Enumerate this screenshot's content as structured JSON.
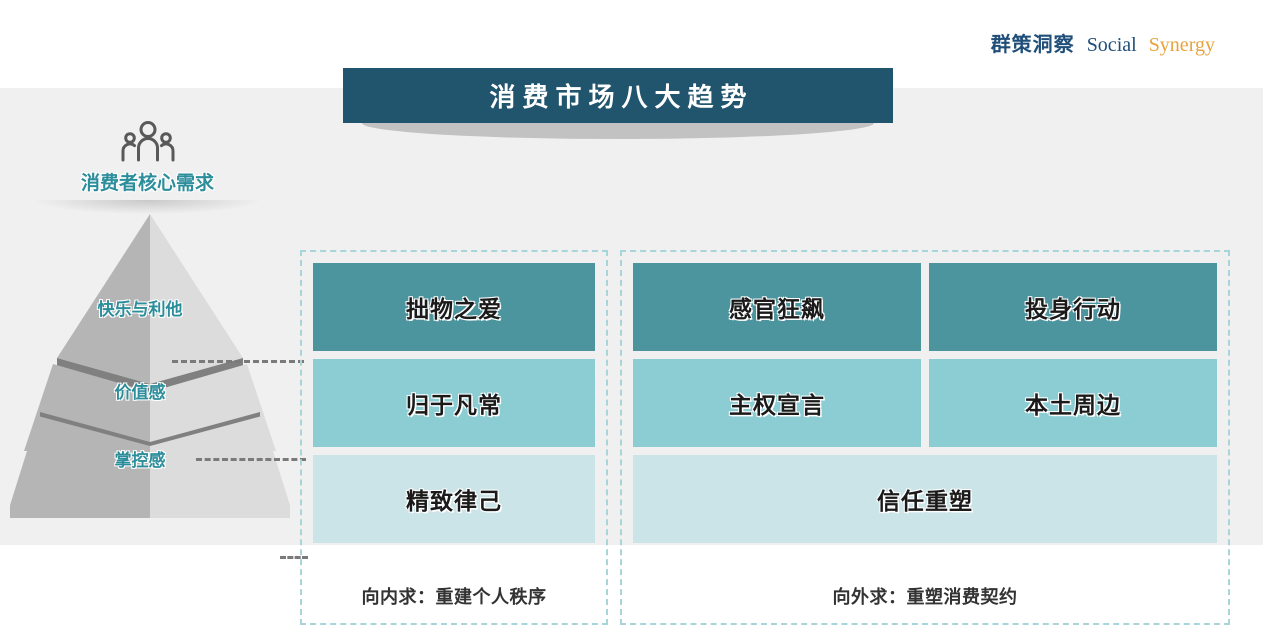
{
  "brand": {
    "cn": "群策洞察",
    "en_primary": "Social",
    "en_accent": "Synergy",
    "color_cn": "#1f4e79",
    "color_en_primary": "#1f4e79",
    "color_en_accent": "#e8a33d"
  },
  "title": {
    "text": "消费市场八大趋势",
    "bar_color": "#21546d",
    "text_color": "#ffffff"
  },
  "needs": {
    "icon": "people-group-icon",
    "label": "消费者核心需求",
    "label_color": "#2c8d9b"
  },
  "pyramid": {
    "tiers": [
      {
        "label": "快乐与利他"
      },
      {
        "label": "价值感"
      },
      {
        "label": "掌控感"
      }
    ],
    "label_color": "#2c8d9b",
    "face_left_color": "#b5b5b5",
    "face_right_color": "#d9d9d9",
    "divider_color": "#7f7f7f"
  },
  "palette": {
    "tone_dark": "#4d959e",
    "tone_mid": "#8ccdd3",
    "tone_light": "#cbe4e8",
    "dashed_border": "#a8d5d9",
    "connector": "#7a7a7a",
    "stage_bg": "#f0f0f0"
  },
  "groups": [
    {
      "id": "inward",
      "caption": "向内求：重建个人秩序",
      "rows": [
        {
          "cards": [
            {
              "label": "拙物之爱",
              "tone": "tone-dark"
            }
          ]
        },
        {
          "cards": [
            {
              "label": "归于凡常",
              "tone": "tone-mid"
            }
          ]
        },
        {
          "cards": [
            {
              "label": "精致律己",
              "tone": "tone-light"
            }
          ]
        }
      ]
    },
    {
      "id": "outward",
      "caption": "向外求：重塑消费契约",
      "rows": [
        {
          "cards": [
            {
              "label": "感官狂飙",
              "tone": "tone-dark"
            },
            {
              "label": "投身行动",
              "tone": "tone-dark"
            }
          ]
        },
        {
          "cards": [
            {
              "label": "主权宣言",
              "tone": "tone-mid"
            },
            {
              "label": "本土周边",
              "tone": "tone-mid"
            }
          ]
        },
        {
          "cards": [
            {
              "label": "信任重塑",
              "tone": "tone-light"
            }
          ]
        }
      ]
    }
  ]
}
